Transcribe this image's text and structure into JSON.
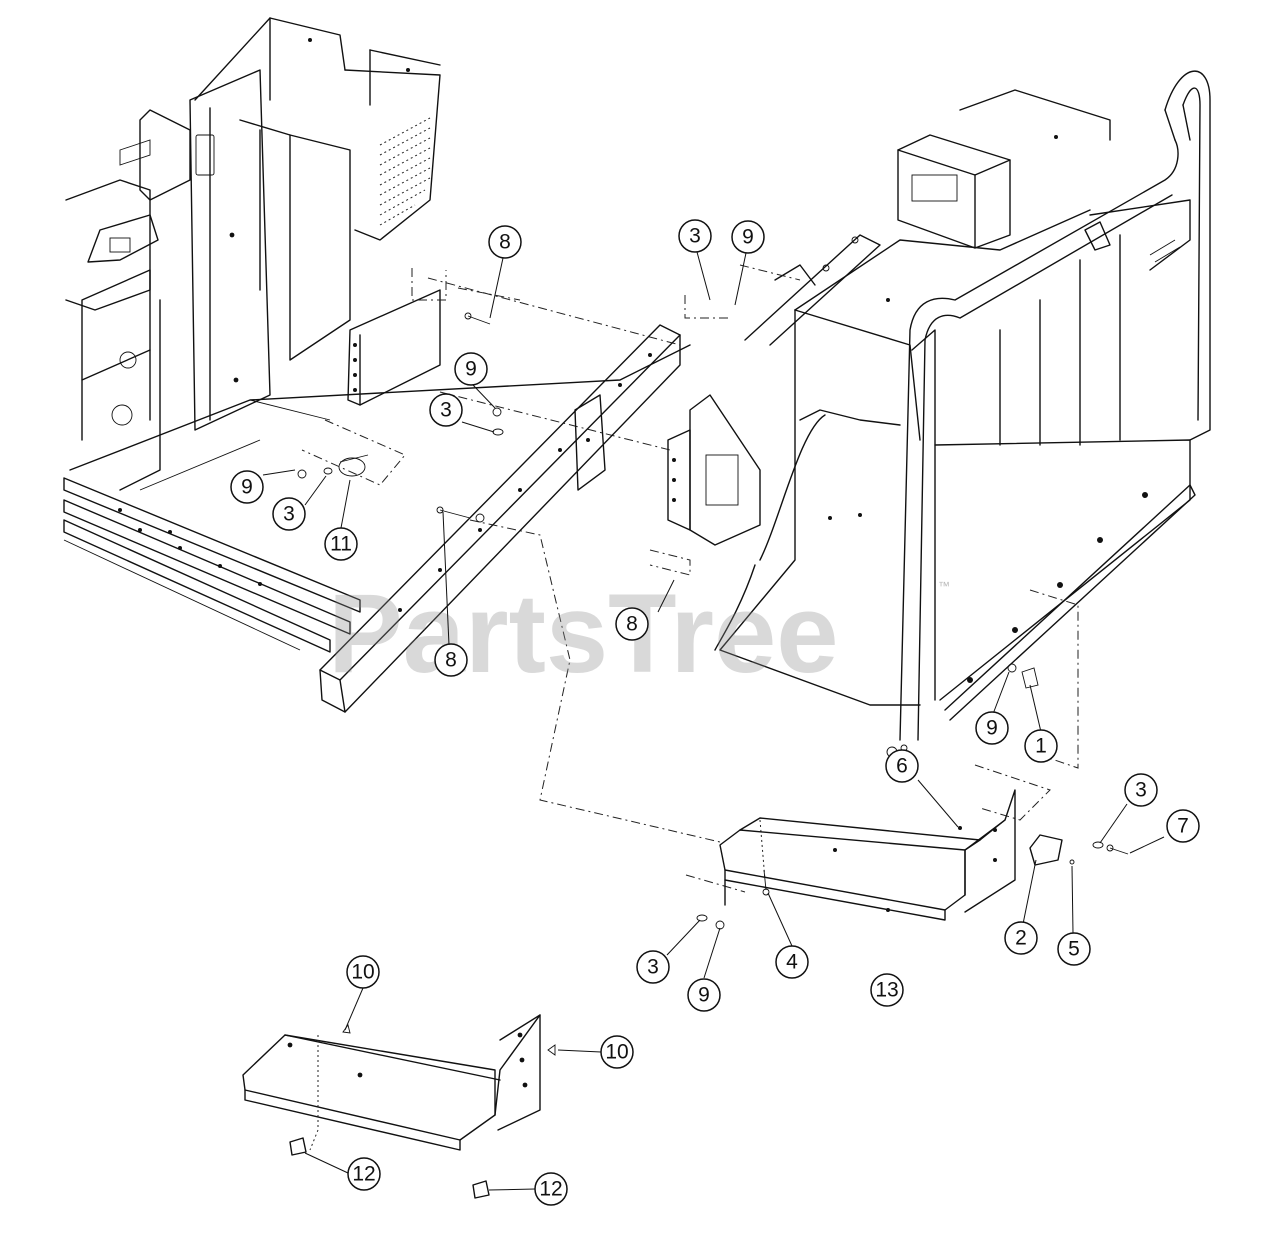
{
  "watermark": {
    "text": "PartsTree",
    "trademark": "™",
    "color": "#8a8a8a"
  },
  "callouts": [
    {
      "label": "8"
    },
    {
      "label": "3"
    },
    {
      "label": "9"
    },
    {
      "label": "9"
    },
    {
      "label": "3"
    },
    {
      "label": "9"
    },
    {
      "label": "3"
    },
    {
      "label": "11"
    },
    {
      "label": "8"
    },
    {
      "label": "8"
    },
    {
      "label": "9"
    },
    {
      "label": "1"
    },
    {
      "label": "6"
    },
    {
      "label": "3"
    },
    {
      "label": "7"
    },
    {
      "label": "2"
    },
    {
      "label": "5"
    },
    {
      "label": "4"
    },
    {
      "label": "3"
    },
    {
      "label": "9"
    },
    {
      "label": "13"
    },
    {
      "label": "10"
    },
    {
      "label": "10"
    },
    {
      "label": "12"
    },
    {
      "label": "12"
    }
  ]
}
